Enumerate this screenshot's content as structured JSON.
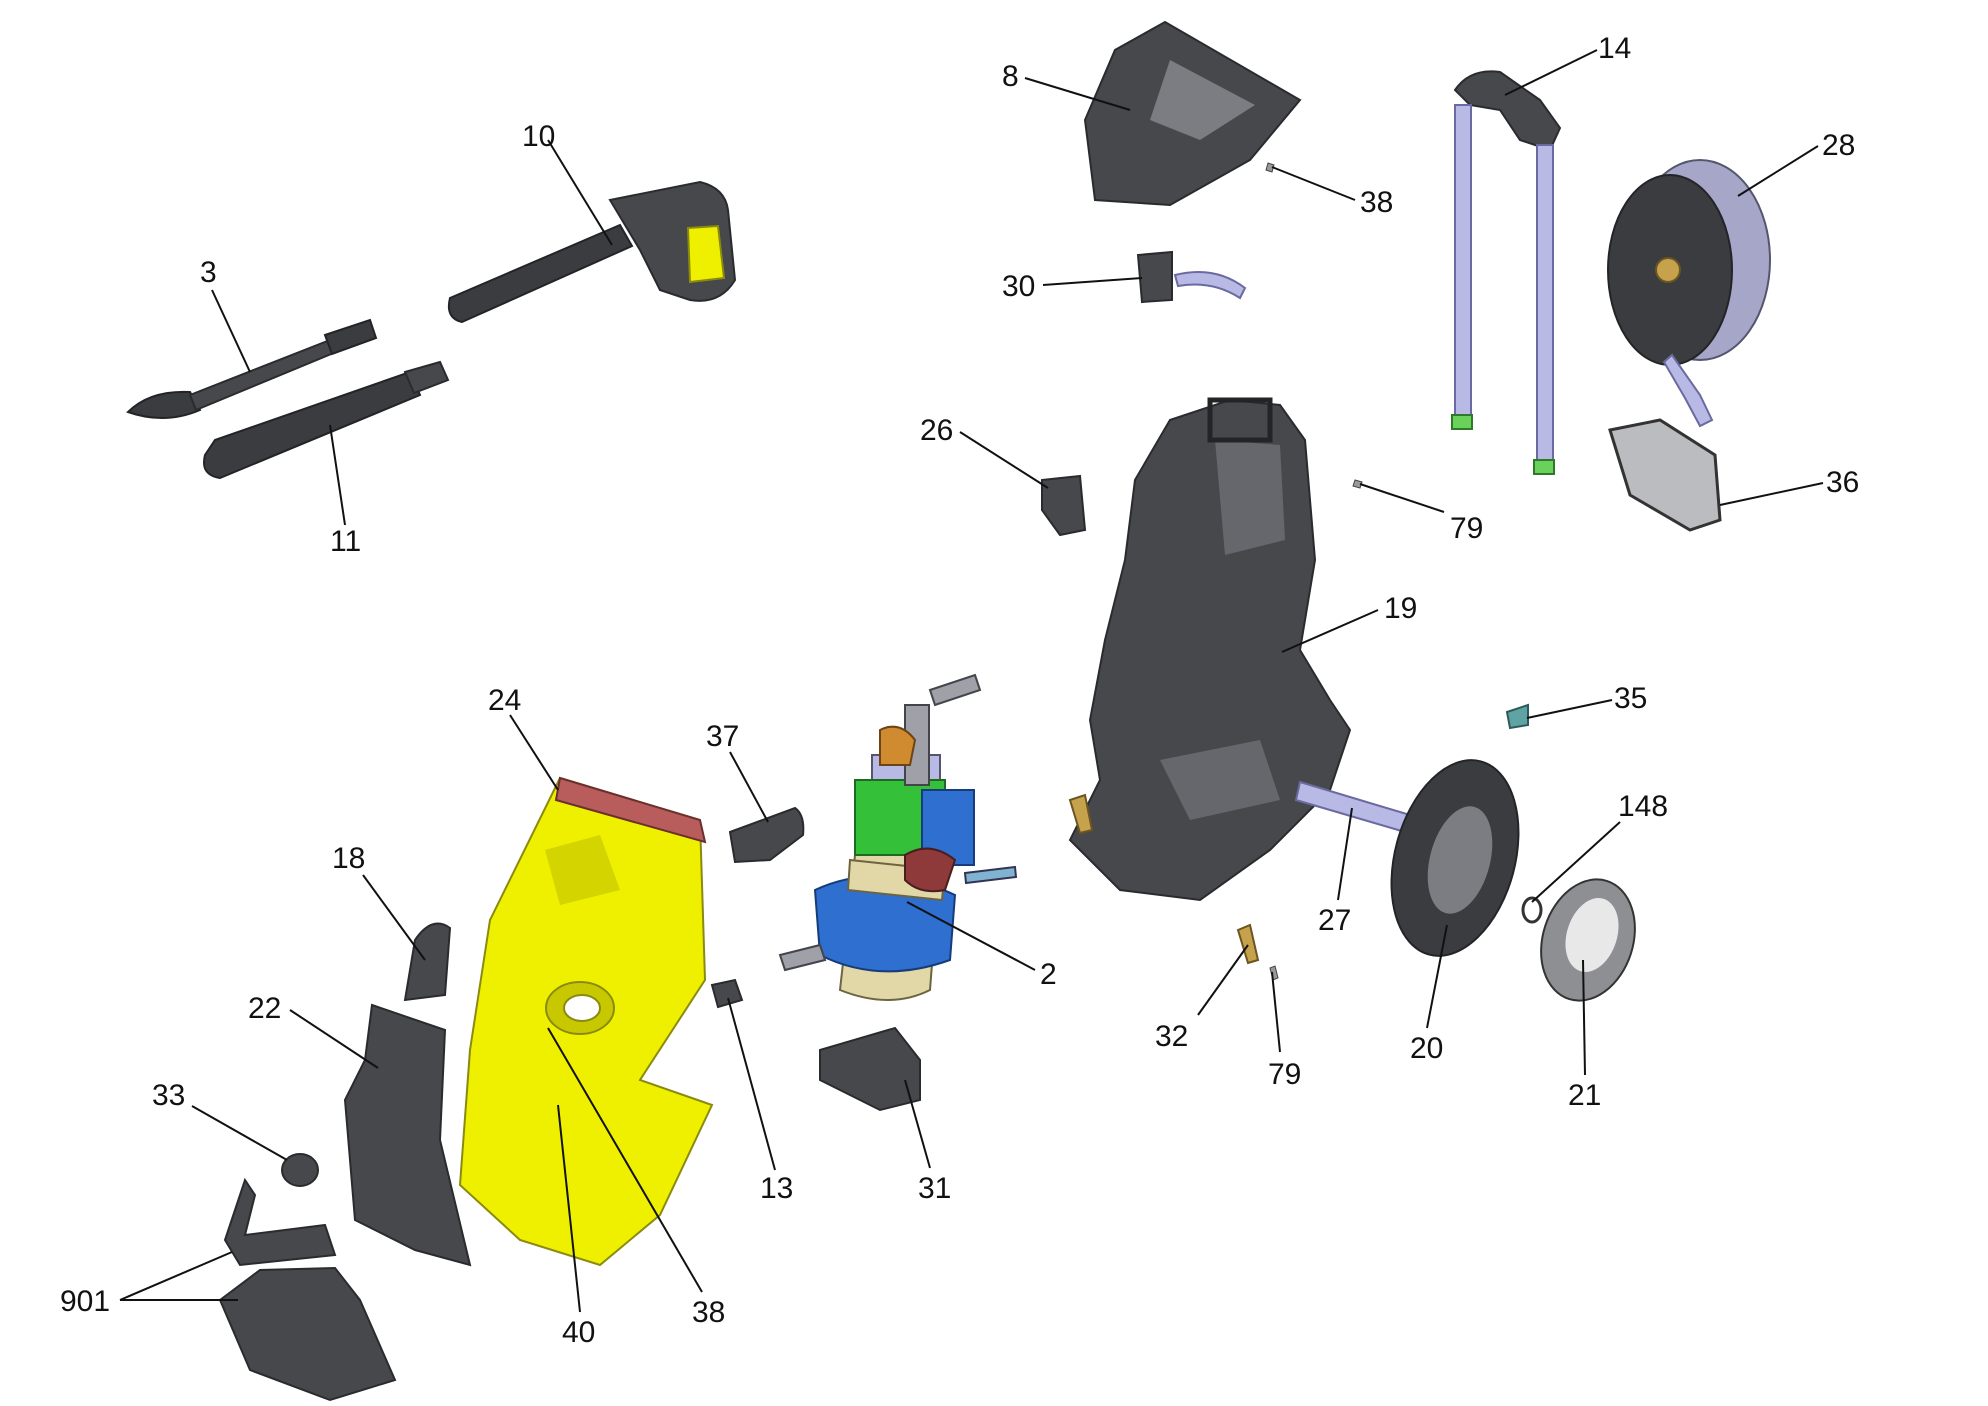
{
  "labels": {
    "p2": "2",
    "p3": "3",
    "p8": "8",
    "p10": "10",
    "p11": "11",
    "p13": "13",
    "p14": "14",
    "p18": "18",
    "p19": "19",
    "p20": "20",
    "p21": "21",
    "p22": "22",
    "p24": "24",
    "p26": "26",
    "p27": "27",
    "p28": "28",
    "p30": "30",
    "p31": "31",
    "p32": "32",
    "p33": "33",
    "p35": "35",
    "p36": "36",
    "p37": "37",
    "p38a": "38",
    "p38b": "38",
    "p40": "40",
    "p79a": "79",
    "p79b": "79",
    "p148": "148",
    "p901": "901"
  },
  "colors": {
    "housing_yellow": "#eef000",
    "plastic_dark": "#46484c",
    "rod_lavender": "#b9b9e6",
    "motor_blue": "#2e6fd0",
    "motor_green": "#35c03a",
    "pump_beige": "#e2d7a6"
  }
}
